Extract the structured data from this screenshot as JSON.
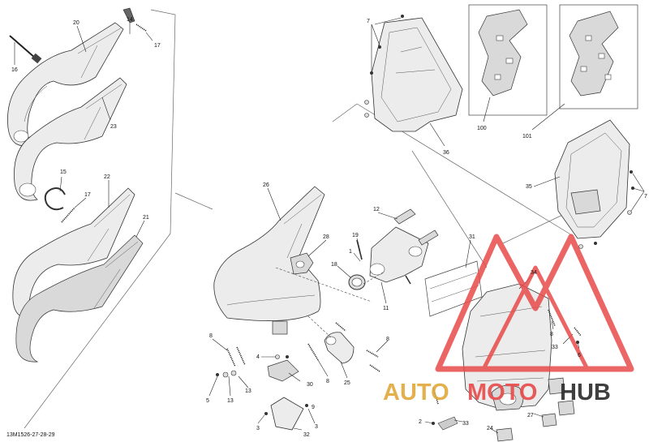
{
  "diagram": {
    "ref_code": "13M1526-27-28-29",
    "part_numbers": {
      "p20": "20",
      "p14": "14",
      "p17a": "17",
      "p16": "16",
      "p23": "23",
      "p15": "15",
      "p17b": "17",
      "p22": "22",
      "p21": "21",
      "p26": "26",
      "p28": "28",
      "p12": "12",
      "p19": "19",
      "p1": "1",
      "p18": "18",
      "p11": "11",
      "p31": "31",
      "p7a": "7",
      "p36": "36",
      "p100": "100",
      "p101": "101",
      "p35": "35",
      "p7b": "7",
      "p34": "34",
      "p8a": "8",
      "p33a": "33",
      "p6": "6",
      "p8b": "8",
      "p4": "4",
      "p30": "30",
      "p8c": "8",
      "p25": "25",
      "p8d": "8",
      "p5": "5",
      "p13a": "13",
      "p13b": "13",
      "p9": "9",
      "p3a": "3",
      "p32": "32",
      "p3b": "3",
      "p2": "2",
      "p33b": "33",
      "p27": "27",
      "p24": "24"
    }
  },
  "watermark": {
    "text_left": "AUTO",
    "text_mid": "MOTO",
    "text_right": "HUB",
    "color_red": "#e84b4b",
    "color_gold": "#e0a83a",
    "color_dark": "#2b2b2b"
  }
}
